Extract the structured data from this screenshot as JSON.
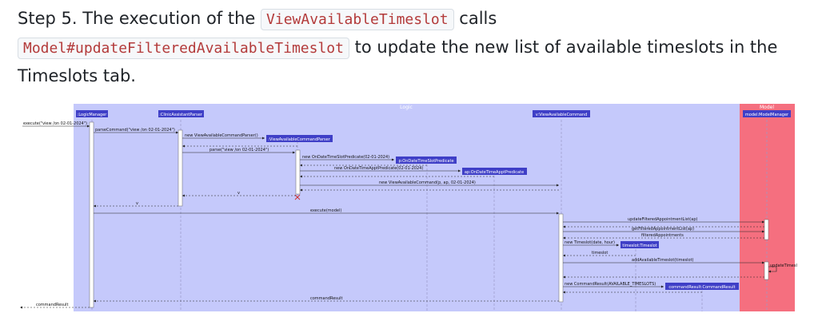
{
  "doc": {
    "step": "Step 5. The execution of the",
    "code1": "ViewAvailableTimeslot",
    "t2": "calls",
    "code2": "Model#updateFilteredAvailableTimeslot",
    "t3": "to update the new list of available timeslots in the Timeslots tab."
  },
  "diagram": {
    "box_logic": "Logic",
    "box_model": "Model",
    "participants": {
      "logic_manager": ":LogicManager",
      "parser": ":ClinicAssistantParser",
      "command": "v:ViewAvailableCommand",
      "model": "model:ModelManager"
    },
    "created": {
      "cmd_parser": ":ViewAvailableCommandParser",
      "p": "p:OnDateTimeSlotPredicate",
      "ap": "ap:OnDateTimeApptPredicate",
      "timeslot": "timeslot:Timeslot",
      "command_result": "commandResult:CommandResult"
    },
    "messages": {
      "m1": "execute(\"view /on 02-01-2024\")",
      "m2": "parseCommand(\"view /on 02-01-2024\")",
      "m3": "new ViewAvailableCommandParser()",
      "m4": "parse(\"view /on 02-01-2024\")",
      "m5": "new OnDateTimeSlotPredicate(02-01-2024)",
      "m6": "new OnDateTimeApptPredicate(02-01-2024)",
      "m7": "new ViewAvailableCommand(p, ap, 02-01-2024)",
      "r_v1": "v",
      "r_v2": "v",
      "m8": "execute(model)",
      "m9": "updateFilteredAppointmentList(ap)",
      "m10": "getFilteredAppointmentList(ap)",
      "r_fa": "filteredAppointments",
      "m11": "new Timeslot(date, hour)",
      "r_ts": "timeslot",
      "m12": "addAvailableTimeslot(timeslot)",
      "m13": "updateTimesl",
      "m14": "new CommandResult(AVAILABLE_TIMESLOTS)",
      "r_cr1": "commandResult",
      "r_cr2": "commandResult"
    },
    "colors": {
      "logic_fill": "#c5c9fb",
      "model_fill": "#f56f7f",
      "participant": "#3f3fc7"
    }
  }
}
